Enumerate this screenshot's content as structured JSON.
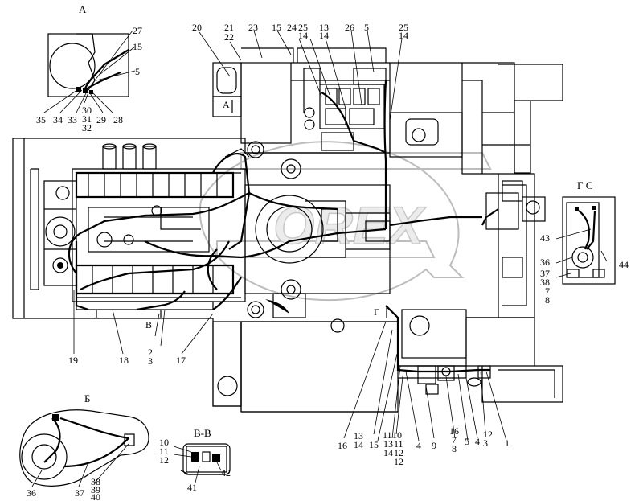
{
  "watermark": "OREX",
  "views": {
    "A": "А",
    "B": "Б",
    "BB": "В-В",
    "G": "Г С"
  },
  "markers": {
    "A_arrow": "А",
    "V_arrow": "В",
    "G_arrow": "Г"
  },
  "labels": {
    "top": [
      "20",
      "21",
      "22",
      "23",
      "15",
      "24",
      "25",
      "14",
      "13",
      "14",
      "26",
      "5",
      "25",
      "14"
    ],
    "view_a": [
      "27",
      "15",
      "5",
      "35",
      "34",
      "33",
      "30",
      "31",
      "32",
      "29",
      "28"
    ],
    "left": [
      "19",
      "18",
      "2",
      "3",
      "17"
    ],
    "view_g": [
      "43",
      "36",
      "44",
      "37",
      "38",
      "7",
      "8"
    ],
    "bottom": [
      "16",
      "13",
      "14",
      "15",
      "13",
      "14",
      "11",
      "12",
      "10",
      "11",
      "12",
      "4",
      "9",
      "16",
      "7",
      "8",
      "5",
      "4",
      "12",
      "3",
      "1"
    ],
    "view_b": [
      "36",
      "37",
      "38",
      "39",
      "40"
    ],
    "view_bb": [
      "10",
      "11",
      "12",
      "41",
      "42"
    ]
  }
}
